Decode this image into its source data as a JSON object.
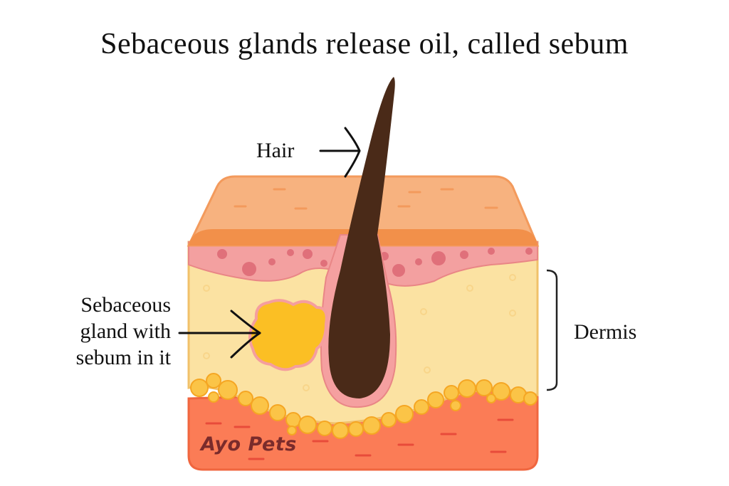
{
  "title": "Sebaceous glands release oil, called sebum",
  "labels": {
    "hair": "Hair",
    "gland": [
      "Sebaceous",
      "gland with",
      "sebum in it"
    ],
    "dermis": "Dermis"
  },
  "brand": "Ayo Pets",
  "colors": {
    "epidermis": "#f7b27f",
    "epidermis_edge": "#f2904a",
    "papillary": "#f3a0a0",
    "dermis": "#fbe2a2",
    "fat": "#fbc447",
    "subcutis": "#fb7c56",
    "hair": "#4a2a18",
    "follicle": "#f5a0a0",
    "gland": "#fbbf24"
  }
}
